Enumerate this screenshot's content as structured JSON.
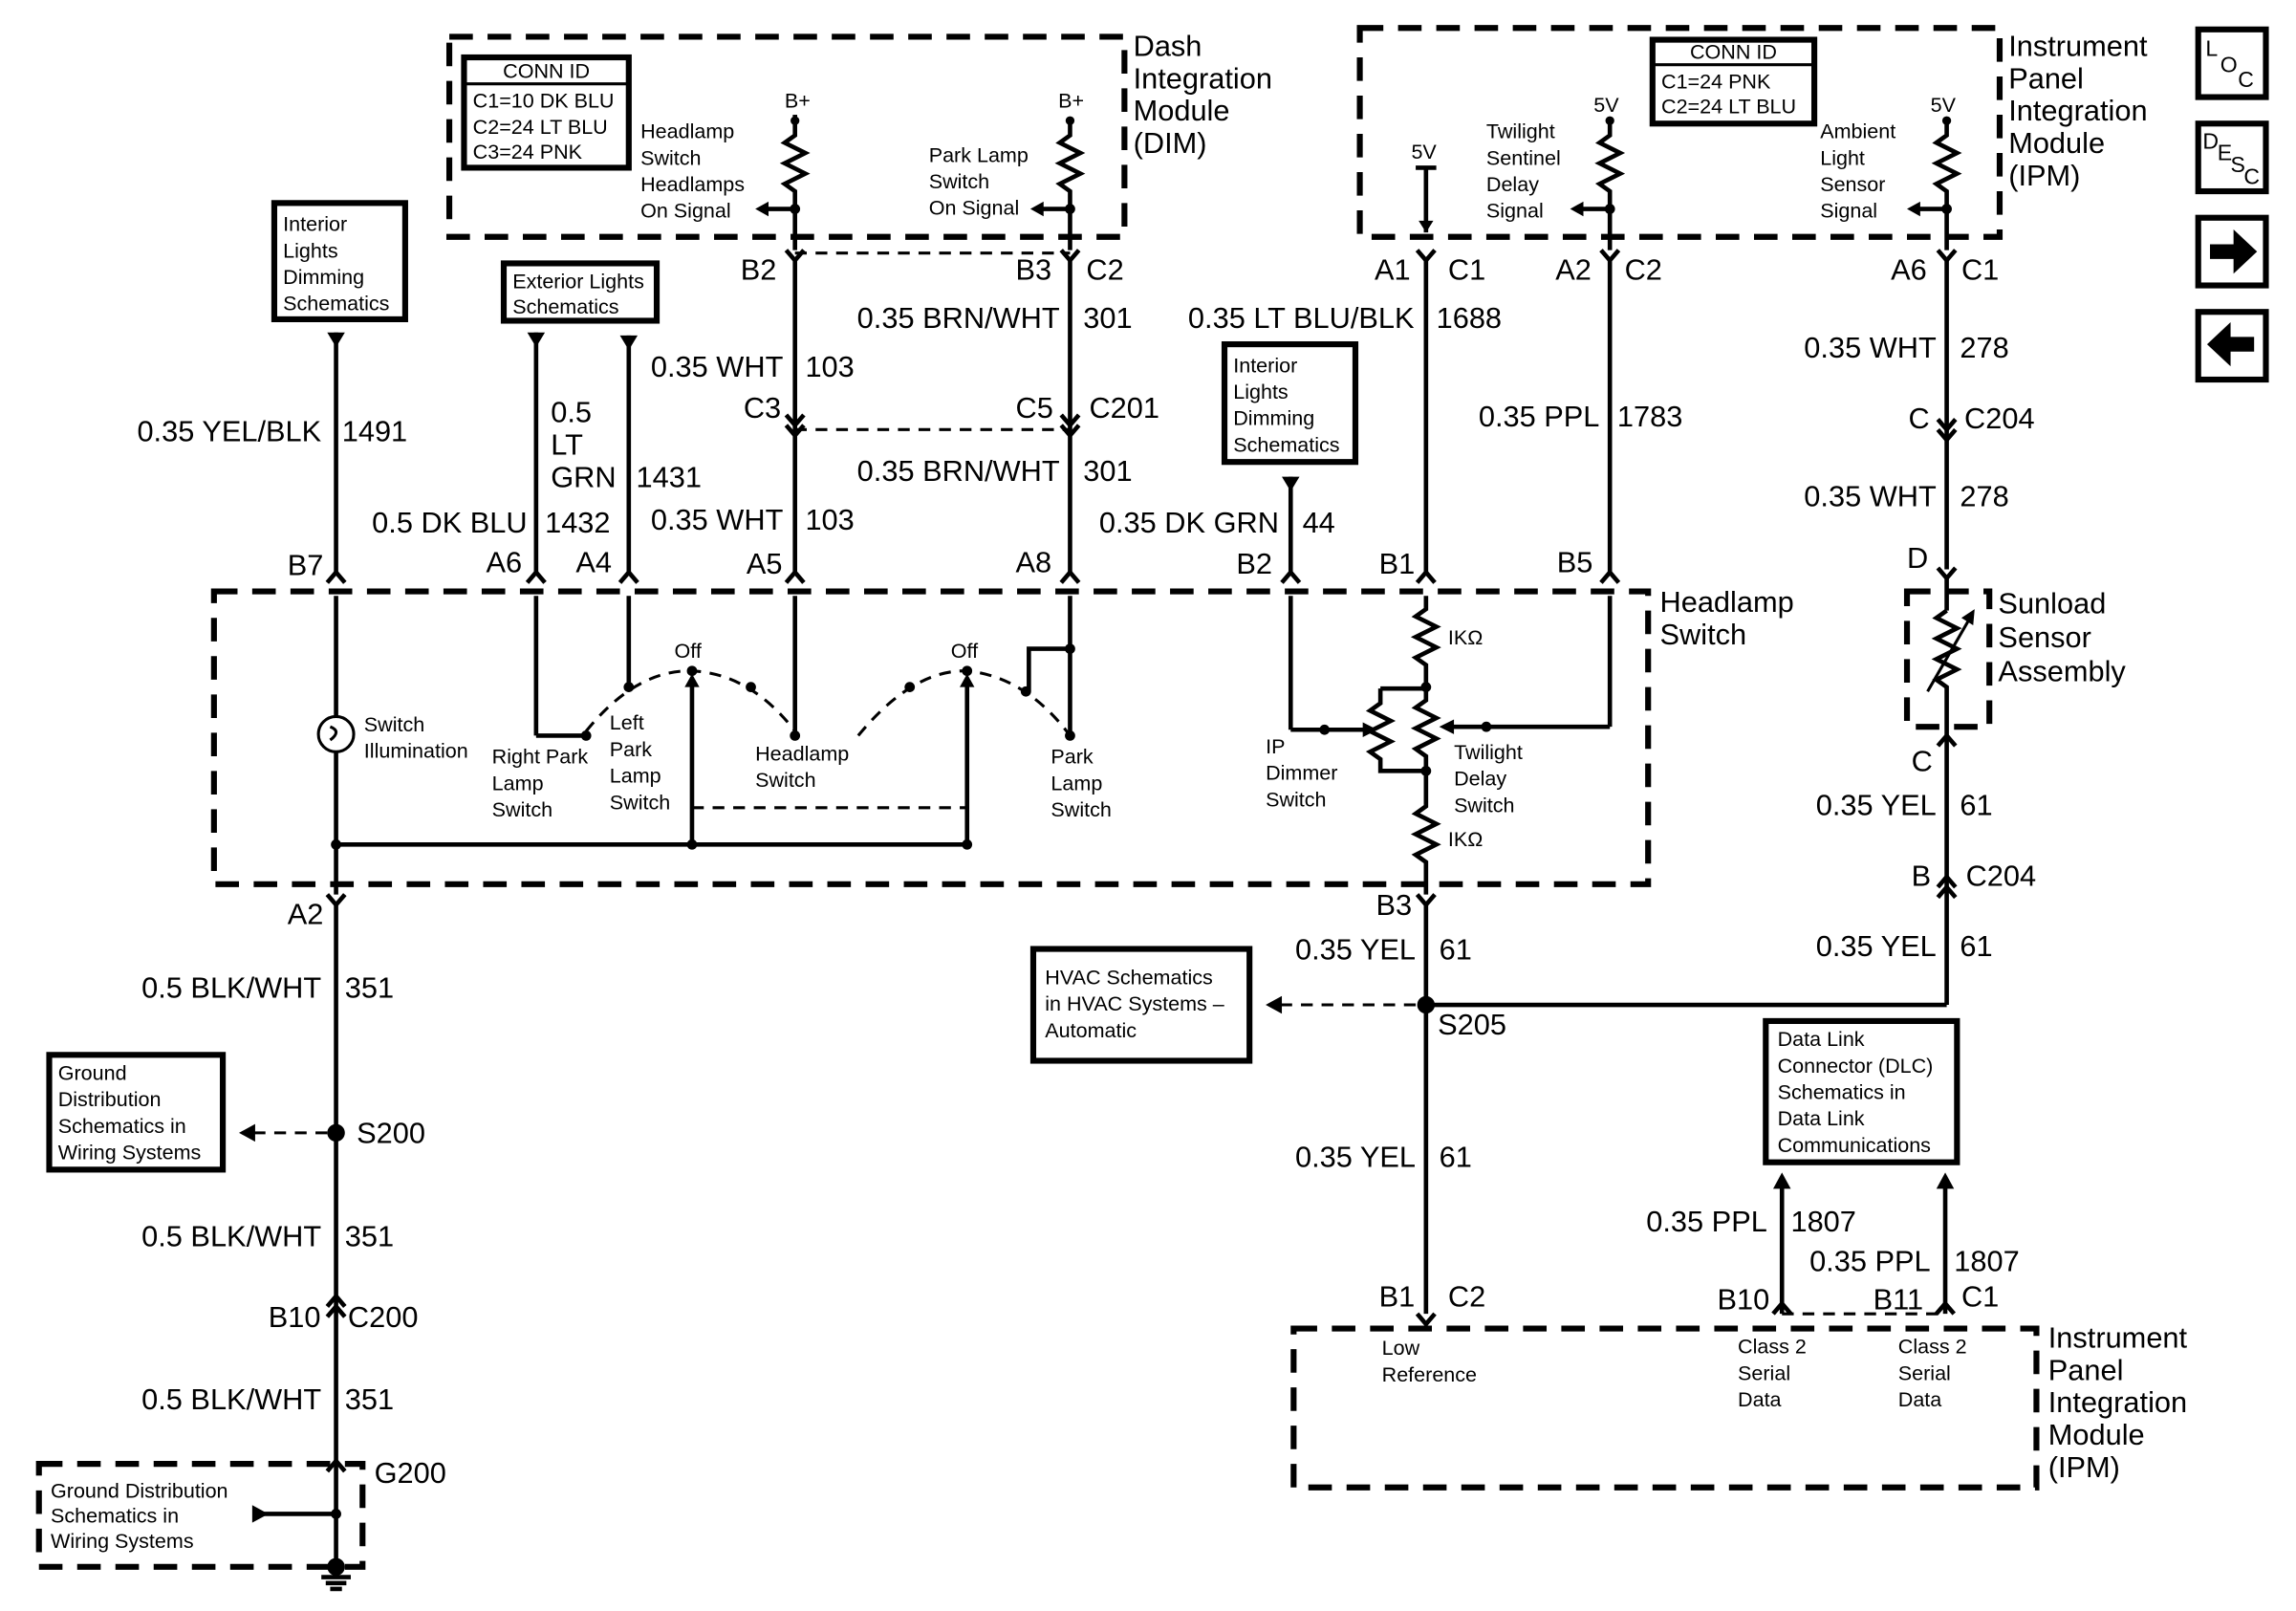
{
  "modules": {
    "dim": {
      "lines": [
        "Dash",
        "Integration",
        "Module",
        "(DIM)"
      ]
    },
    "ipm_top": {
      "lines": [
        "Instrument",
        "Panel",
        "Integration",
        "Module",
        "(IPM)"
      ]
    },
    "ipm_bottom": {
      "lines": [
        "Instrument",
        "Panel",
        "Integration",
        "Module",
        "(IPM)"
      ]
    },
    "headlamp_switch": {
      "lines": [
        "Headlamp",
        "Switch"
      ]
    },
    "sunload": {
      "lines": [
        "Sunload",
        "Sensor",
        "Assembly"
      ]
    }
  },
  "conn_id_dim": {
    "title": "CONN ID",
    "lines": [
      "C1=10 DK BLU",
      "C2=24 LT BLU",
      "C3=24 PNK"
    ]
  },
  "conn_id_ipm": {
    "title": "CONN ID",
    "lines": [
      "C1=24 PNK",
      "C2=24 LT BLU"
    ]
  },
  "refs": {
    "interior_lights_1": {
      "lines": [
        "Interior",
        "Lights",
        "Dimming",
        "Schematics"
      ]
    },
    "exterior_lights": {
      "lines": [
        "Exterior Lights",
        "Schematics"
      ]
    },
    "interior_lights_2": {
      "lines": [
        "Interior",
        "Lights",
        "Dimming",
        "Schematics"
      ]
    },
    "hvac": {
      "lines": [
        "HVAC Schematics",
        "in HVAC Systems –",
        "Automatic"
      ]
    },
    "ground_dist": {
      "lines": [
        "Ground",
        "Distribution",
        "Schematics in",
        "Wiring Systems"
      ]
    },
    "ground_dist_2": {
      "lines": [
        "Ground Distribution",
        "Schematics in",
        "Wiring Systems"
      ]
    },
    "dlc": {
      "lines": [
        "Data Link",
        "Connector (DLC)",
        "Schematics in",
        "Data Link",
        "Communications"
      ]
    }
  },
  "dim_internal": {
    "b_plus": "B+",
    "headlamp_signal": [
      "Headlamp",
      "Switch",
      "Headlamps",
      "On Signal"
    ],
    "park_signal": [
      "Park Lamp",
      "Switch",
      "On Signal"
    ]
  },
  "ipm_internal": {
    "five_v": "5V",
    "twilight_signal": [
      "Twilight",
      "Sentinel",
      "Delay",
      "Signal"
    ],
    "ambient_signal": [
      "Ambient",
      "Light",
      "Sensor",
      "Signal"
    ]
  },
  "switch_internal": {
    "illumination": [
      "Switch",
      "Illumination"
    ],
    "right_park": [
      "Right Park",
      "Lamp",
      "Switch"
    ],
    "left_park": [
      "Left",
      "Park",
      "Lamp",
      "Switch"
    ],
    "headlamp_sw": [
      "Headlamp",
      "Switch"
    ],
    "park_lamp_sw": [
      "Park",
      "Lamp",
      "Switch"
    ],
    "off": "Off",
    "ip_dimmer": [
      "IP",
      "Dimmer",
      "Switch"
    ],
    "twilight_delay": [
      "Twilight",
      "Delay",
      "Switch"
    ],
    "res": "IKΩ"
  },
  "pins": {
    "b2_dim": "B2",
    "b3_dim": "B3",
    "c2_dim": "C2",
    "c3": "C3",
    "c5": "C5",
    "c201": "C201",
    "a1": "A1",
    "c1_a": "C1",
    "a2_ipm": "A2",
    "c2_ipm": "C2",
    "a6_ipm": "A6",
    "c1_b": "C1",
    "c_conn": "C",
    "c204_a": "C204",
    "d": "D",
    "b7": "B7",
    "a6": "A6",
    "a4": "A4",
    "a5": "A5",
    "a8": "A8",
    "b2_sw": "B2",
    "b1_sw": "B1",
    "b5_sw": "B5",
    "a2_sw": "A2",
    "b3_sw": "B3",
    "c_sun": "C",
    "b_conn": "B",
    "c204_b": "C204",
    "s205": "S205",
    "s200": "S200",
    "b10": "B10",
    "c200": "C200",
    "g200": "G200",
    "b1_ipm": "B1",
    "c2_ipm_b": "C2",
    "b10_ipm": "B10",
    "b11_ipm": "B11",
    "c1_ipm_b": "C1"
  },
  "wires": {
    "w1491": {
      "color": "0.35 YEL/BLK",
      "circuit": "1491"
    },
    "w1432": {
      "color": "0.5 DK BLU",
      "circuit": "1432"
    },
    "w1431_a": "0.5",
    "w1431_b": "LT",
    "w1431_c": "GRN",
    "w1431_n": "1431",
    "w103_a": {
      "color": "0.35 WHT",
      "circuit": "103"
    },
    "w103_b": {
      "color": "0.35 WHT",
      "circuit": "103"
    },
    "w301_a": {
      "color": "0.35 BRN/WHT",
      "circuit": "301"
    },
    "w301_b": {
      "color": "0.35 BRN/WHT",
      "circuit": "301"
    },
    "w1688": {
      "color": "0.35 LT BLU/BLK",
      "circuit": "1688"
    },
    "w1783": {
      "color": "0.35 PPL",
      "circuit": "1783"
    },
    "w278_a": {
      "color": "0.35 WHT",
      "circuit": "278"
    },
    "w278_b": {
      "color": "0.35 WHT",
      "circuit": "278"
    },
    "w44": {
      "color": "0.35 DK GRN",
      "circuit": "44"
    },
    "w61_sun": {
      "color": "0.35 YEL",
      "circuit": "61"
    },
    "w61_b": {
      "color": "0.35 YEL",
      "circuit": "61"
    },
    "w61_s": {
      "color": "0.35 YEL",
      "circuit": "61"
    },
    "w61_low": {
      "color": "0.35 YEL",
      "circuit": "61"
    },
    "w351_a": {
      "color": "0.5 BLK/WHT",
      "circuit": "351"
    },
    "w351_b": {
      "color": "0.5 BLK/WHT",
      "circuit": "351"
    },
    "w351_c": {
      "color": "0.5 BLK/WHT",
      "circuit": "351"
    },
    "w1807_a": {
      "color": "0.35 PPL",
      "circuit": "1807"
    },
    "w1807_b": {
      "color": "0.35 PPL",
      "circuit": "1807"
    }
  },
  "ipm_bottom_internal": {
    "low_ref": [
      "Low",
      "Reference"
    ],
    "class2_a": [
      "Class 2",
      "Serial",
      "Data"
    ],
    "class2_b": [
      "Class 2",
      "Serial",
      "Data"
    ]
  },
  "nav": {
    "loc": {
      "l": "L",
      "o": "O",
      "c": "C"
    },
    "desc": {
      "d": "D",
      "e": "E",
      "s": "S",
      "c": "C"
    }
  }
}
